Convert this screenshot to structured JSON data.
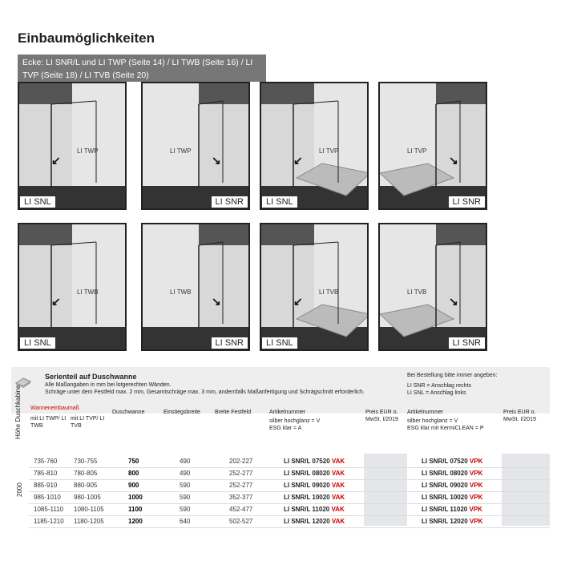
{
  "title": "Einbaumöglichkeiten",
  "band": "Ecke: LI SNR/L und LI TWP (Seite 14) / LI TWB (Seite 16) / LI TVP (Seite 18) / LI TVB (Seite 20)",
  "tiles": [
    {
      "panel": "LI TWP",
      "badge": "LI SNL",
      "side": "left",
      "arrow": "↙",
      "floor": false
    },
    {
      "panel": "LI TWP",
      "badge": "LI SNR",
      "side": "right",
      "arrow": "↘",
      "floor": false
    },
    {
      "panel": "LI TVP",
      "badge": "LI SNL",
      "side": "left",
      "arrow": "↙",
      "floor": true
    },
    {
      "panel": "LI TVP",
      "badge": "LI SNR",
      "side": "right",
      "arrow": "↘",
      "floor": true
    },
    {
      "panel": "LI TWB",
      "badge": "LI SNL",
      "side": "left",
      "arrow": "↙",
      "floor": false
    },
    {
      "panel": "LI TWB",
      "badge": "LI SNR",
      "side": "right",
      "arrow": "↘",
      "floor": false
    },
    {
      "panel": "LI TVB",
      "badge": "LI SNL",
      "side": "left",
      "arrow": "↙",
      "floor": true
    },
    {
      "panel": "LI TVB",
      "badge": "LI SNR",
      "side": "right",
      "arrow": "↘",
      "floor": true
    }
  ],
  "table": {
    "header_title": "Serienteil auf Duschwanne",
    "header_note1": "Alle Maßangaben in mm bei lotgerechten Wänden.",
    "header_note2": "Schräge unter dem Festfeld max. 2 mm, Gesamtschräge max. 3 mm, andernfalls Maßanfertigung und Schrägschnitt erforderlich.",
    "right_note1": "Bei Bestellung bitte immer angeben:",
    "right_note2": "LI SNR = Anschlag rechts",
    "right_note3": "LI SNL = Anschlag links",
    "col_hoehe": "Höhe Duschkabine",
    "col_wannen": "Wanneneinbaumaß",
    "col_twp": "mit LI TWP/ LI TWB",
    "col_tvp": "mit LI TVP/ LI TVB",
    "col_dusch": "Duschwanne",
    "col_einstieg": "Einstiegsbreite",
    "col_festfeld": "Breite Festfeld",
    "col_art1": "Artikelnummer",
    "col_art1_sub1": "silber hochglanz = V",
    "col_art1_sub2": "ESG klar = A",
    "col_preis1": "Preis EUR o. MwSt. I/2019",
    "col_art2": "Artikelnummer",
    "col_art2_sub1": "silber hochglanz = V",
    "col_art2_sub2": "ESG klar mit KermiCLEAN = P",
    "col_preis2": "Preis EUR o. MwSt. I/2019",
    "height_value": "2000",
    "rows": [
      {
        "twp": "735-760",
        "tvp": "730-755",
        "dusch": "750",
        "einstieg": "490",
        "festfeld": "202-227",
        "art1": "LI SNR/L 07520",
        "art1s": "VAK",
        "art2": "LI SNR/L 07520",
        "art2s": "VPK"
      },
      {
        "twp": "785-810",
        "tvp": "780-805",
        "dusch": "800",
        "einstieg": "490",
        "festfeld": "252-277",
        "art1": "LI SNR/L 08020",
        "art1s": "VAK",
        "art2": "LI SNR/L 08020",
        "art2s": "VPK"
      },
      {
        "twp": "885-910",
        "tvp": "880-905",
        "dusch": "900",
        "einstieg": "590",
        "festfeld": "252-277",
        "art1": "LI SNR/L 09020",
        "art1s": "VAK",
        "art2": "LI SNR/L 09020",
        "art2s": "VPK"
      },
      {
        "twp": "985-1010",
        "tvp": "980-1005",
        "dusch": "1000",
        "einstieg": "590",
        "festfeld": "352-377",
        "art1": "LI SNR/L 10020",
        "art1s": "VAK",
        "art2": "LI SNR/L 10020",
        "art2s": "VPK"
      },
      {
        "twp": "1085-1110",
        "tvp": "1080-1105",
        "dusch": "1100",
        "einstieg": "590",
        "festfeld": "452-477",
        "art1": "LI SNR/L 11020",
        "art1s": "VAK",
        "art2": "LI SNR/L 11020",
        "art2s": "VPK"
      },
      {
        "twp": "1185-1210",
        "tvp": "1180-1205",
        "dusch": "1200",
        "einstieg": "640",
        "festfeld": "502-527",
        "art1": "LI SNR/L 12020",
        "art1s": "VAK",
        "art2": "LI SNR/L 12020",
        "art2s": "VPK"
      }
    ]
  }
}
